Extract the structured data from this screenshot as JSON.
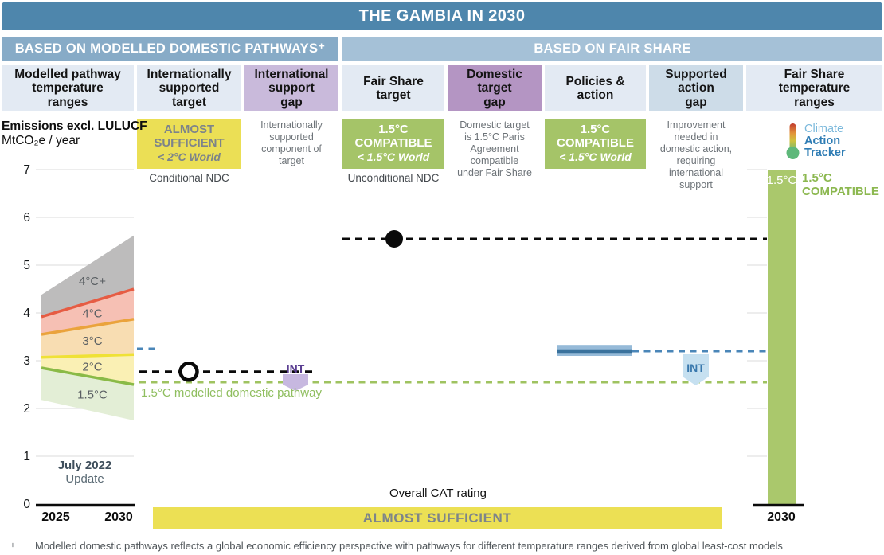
{
  "title": "THE GAMBIA IN 2030",
  "sections": {
    "left": "BASED ON MODELLED DOMESTIC PATHWAYS⁺",
    "right": "BASED ON FAIR SHARE"
  },
  "columns": [
    {
      "label": "Modelled pathway\ntemperature\nranges"
    },
    {
      "label": "Internationally\nsupported\ntarget"
    },
    {
      "label": "International\nsupport\ngap"
    },
    {
      "label": "Fair Share\ntarget"
    },
    {
      "label": "Domestic\ntarget\ngap"
    },
    {
      "label": "Policies &\naction"
    },
    {
      "label": "Supported\naction\ngap"
    },
    {
      "label": "Fair Share\ntemperature\nranges"
    }
  ],
  "ratings": {
    "box1_title": "ALMOST\nSUFFICIENT",
    "box1_world": "< 2°C World",
    "box1_note": "Conditional NDC",
    "gap1": "Internationally\nsupported\ncomponent of\ntarget",
    "box2_title": "1.5°C\nCOMPATIBLE",
    "box2_world": "< 1.5°C World",
    "box2_note": "Unconditional NDC",
    "gap2": "Domestic target\nis 1.5°C Paris\nAgreement\ncompatible\nunder Fair Share",
    "box3_title": "1.5°C\nCOMPATIBLE",
    "box3_world": "< 1.5°C World",
    "gap3": "Improvement\nneeded in\ndomestic action,\nrequiring\ninternational\nsupport"
  },
  "axis": {
    "label_bold": "Emissions excl. LULUCF",
    "label_sub": "MtCO₂e / year",
    "update_line1": "July 2022",
    "update_line2": "Update",
    "x_left_1": "2025",
    "x_left_2": "2030",
    "x_right": "2030"
  },
  "overall": {
    "caption": "Overall CAT rating",
    "rating": "ALMOST SUFFICIENT"
  },
  "logo": {
    "line1": "Climate",
    "line2": "Action",
    "line3": "Tracker"
  },
  "side_label": "1.5°C\nCOMPATIBLE",
  "mdp_label": "1.5°C modelled domestic pathway",
  "footnote": {
    "marker": "⁺",
    "text": "Modelled domestic pathways reflects a global economic efficiency perspective with pathways for different temperature ranges derived from global least-cost models"
  },
  "colors": {
    "title_bar": "#4e86ac",
    "section_left": "#87abc7",
    "section_right": "#a5c1d7",
    "col_header": "#e3eaf3",
    "intl_support_gap": "#c9badb",
    "domestic_target_gap": "#b495c3",
    "supported_action_gap": "#cddce8",
    "rating_yellow": "#ebdf55",
    "rating_green": "#a5c468",
    "overall_yellow": "#ece054"
  },
  "chart_data": {
    "type": "area",
    "title": "THE GAMBIA IN 2030",
    "ylabel": "Emissions excl. LULUCF MtCO₂e / year",
    "ylim": [
      0,
      7
    ],
    "yticks": [
      0,
      1,
      2,
      3,
      4,
      5,
      6,
      7
    ],
    "x_years": [
      "2025",
      "2030"
    ],
    "bands": [
      {
        "label": "4°C+",
        "fill": "#bdbcbc",
        "top": [
          4.38,
          5.62
        ],
        "bottom": [
          3.92,
          4.5
        ],
        "edge": null
      },
      {
        "label": "4°C",
        "fill": "#f6c0b4",
        "top": [
          3.92,
          4.5
        ],
        "bottom": [
          3.55,
          3.87
        ],
        "edge": "#e65c43"
      },
      {
        "label": "3°C",
        "fill": "#f8ddb2",
        "top": [
          3.55,
          3.87
        ],
        "bottom": [
          3.07,
          3.13
        ],
        "edge": "#eaa33c"
      },
      {
        "label": "2°C",
        "fill": "#faf0b4",
        "top": [
          3.07,
          3.13
        ],
        "bottom": [
          2.85,
          2.5
        ],
        "edge": "#efe136"
      },
      {
        "label": "1.5°C",
        "fill": "#e3eed6",
        "top": [
          2.85,
          2.5
        ],
        "bottom": [
          2.18,
          1.75
        ],
        "edge": "#8aba47"
      }
    ],
    "lines": {
      "fair_share_target": {
        "value": 5.55,
        "marker": "filled-circle",
        "color": "#0a0a0a"
      },
      "internationally_supported_target": {
        "value": 2.77,
        "marker": "open-circle",
        "color": "#0a0a0a"
      },
      "modelled_pathway_15": {
        "value": 2.55,
        "color": "#9fc360"
      },
      "policies_action": {
        "low": 3.1,
        "high": 3.33,
        "mid": 3.2,
        "color": "#4a86b8",
        "band_fill": "#96bad8",
        "core": "#39719c"
      }
    },
    "fair_share_bar": {
      "label": "1.5°C",
      "from": 0,
      "to": 7,
      "fill": "#aac86c"
    },
    "int_markers": [
      {
        "label": "INT",
        "fill": "#c7b8e0",
        "text_color": "#5b3f92"
      },
      {
        "label": "INT",
        "fill": "#c6e0f0",
        "text_color": "#3978ad"
      }
    ]
  }
}
